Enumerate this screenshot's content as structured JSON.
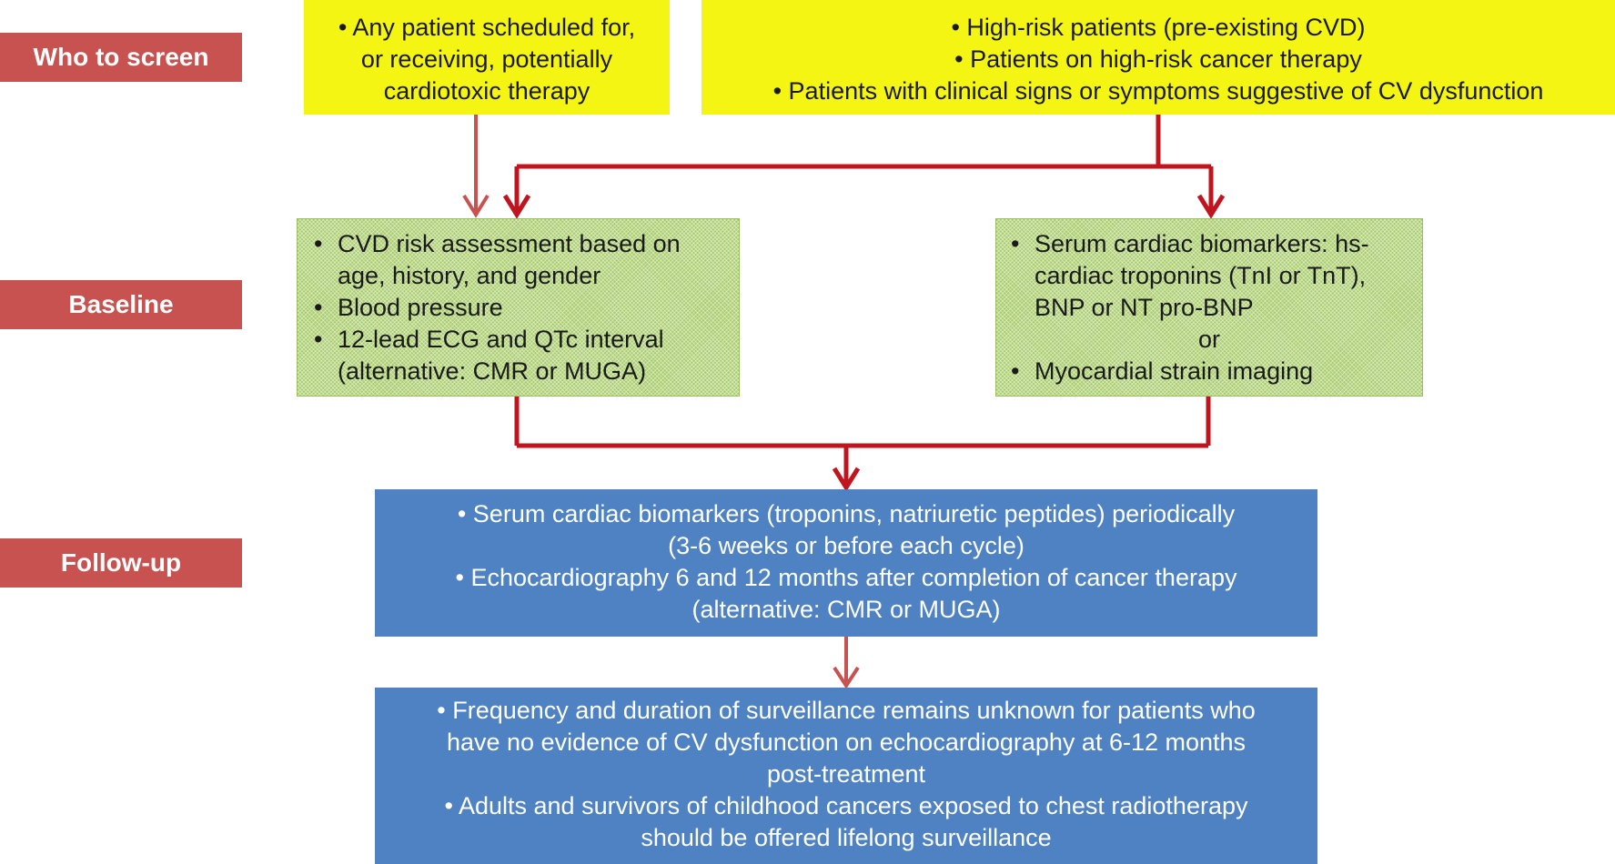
{
  "colors": {
    "stage_label_bg": "#c85250",
    "yellow": "#f5f514",
    "green": "#a8cc6a",
    "blue": "#4e82c2",
    "arrow_dark": "#c0141e",
    "arrow_light": "#c85250"
  },
  "stages": {
    "who": "Who to screen",
    "baseline": "Baseline",
    "followup": "Follow-up"
  },
  "top_left": {
    "line1": "Any patient scheduled for,",
    "line2": "or receiving, potentially",
    "line3": "cardiotoxic therapy"
  },
  "top_right": {
    "item1": "High-risk patients (pre-existing CVD)",
    "item2": "Patients on high-risk cancer therapy",
    "item3": "Patients with clinical signs or symptoms suggestive of CV dysfunction"
  },
  "baseline_left": {
    "item1": "CVD risk assessment based on age, history, and gender",
    "item2": "Blood pressure",
    "item3": "12-lead ECG and QTc interval (alternative: CMR or MUGA)"
  },
  "baseline_right": {
    "item1": "Serum cardiac biomarkers: hs-cardiac troponins (TnI or TnT), BNP or NT pro-BNP",
    "or": "or",
    "item2": "Myocardial strain imaging"
  },
  "followup_box": {
    "item1_line1": "Serum cardiac biomarkers (troponins, natriuretic peptides) periodically",
    "item1_line2": "(3-6 weeks or before each cycle)",
    "item2_line1": "Echocardiography 6 and 12 months after completion of cancer therapy",
    "item2_line2": "(alternative: CMR or MUGA)"
  },
  "surveillance_box": {
    "item1_line1": "Frequency and duration of surveillance remains unknown for patients who",
    "item1_line2": "have no evidence of CV dysfunction on echocardiography at 6-12 months",
    "item1_line3": "post-treatment",
    "item2_line1": "Adults and survivors of childhood cancers exposed to chest radiotherapy",
    "item2_line2": "should be offered lifelong surveillance"
  }
}
